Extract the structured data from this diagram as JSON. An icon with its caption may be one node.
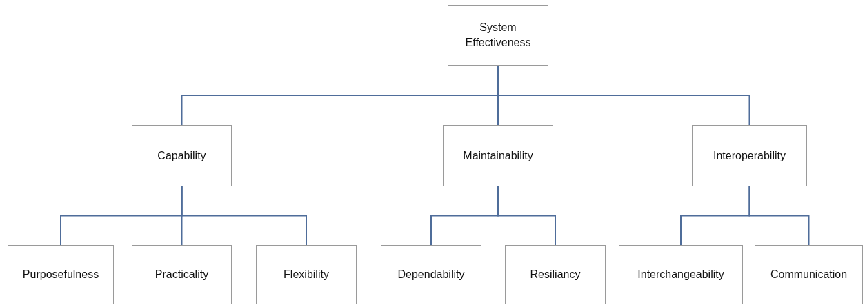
{
  "diagram": {
    "nodes": [
      {
        "text": [
          "System Effectiveness"
        ]
      },
      {
        "text": [
          "Capability"
        ]
      },
      {
        "text": [
          "Maintainability"
        ]
      },
      {
        "text": [
          "Interoperability"
        ]
      },
      {
        "text": [
          "Purposefulness"
        ]
      },
      {
        "text": [
          "Practicality"
        ]
      },
      {
        "text": [
          "Flexibility"
        ]
      },
      {
        "text": [
          "Dependability"
        ]
      },
      {
        "text": [
          "Resiliancy"
        ]
      },
      {
        "text": [
          "Interchangeability"
        ]
      },
      {
        "text": [
          "Communication"
        ]
      }
    ],
    "edges": [
      {
        "from": 0,
        "to": 1,
        "arrow": "none"
      },
      {
        "from": 0,
        "to": 2,
        "arrow": "none"
      },
      {
        "from": 0,
        "to": 3,
        "arrow": "none"
      },
      {
        "from": 1,
        "to": 4,
        "arrow": "none"
      },
      {
        "from": 1,
        "to": 5,
        "arrow": "none"
      },
      {
        "from": 1,
        "to": 6,
        "arrow": "none"
      },
      {
        "from": 2,
        "to": 7,
        "arrow": "none"
      },
      {
        "from": 2,
        "to": 8,
        "arrow": "none"
      },
      {
        "from": 3,
        "to": 9,
        "arrow": "none"
      },
      {
        "from": 3,
        "to": 10,
        "arrow": "none"
      }
    ]
  }
}
